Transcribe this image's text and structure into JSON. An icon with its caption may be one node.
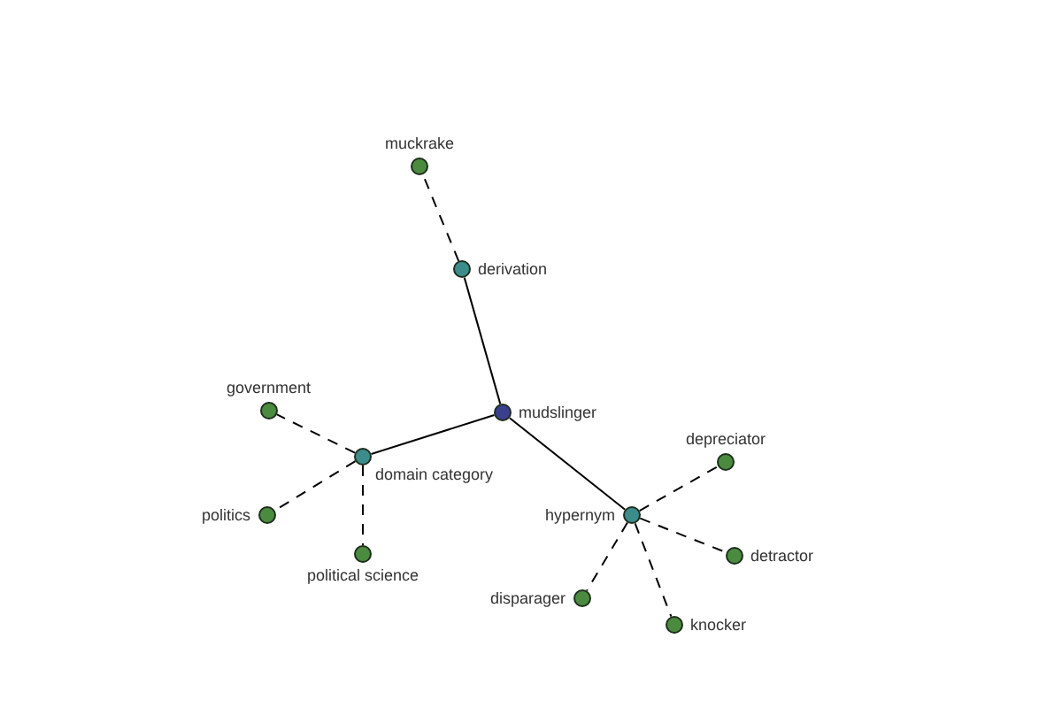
{
  "diagram": {
    "nodes": [
      {
        "text": [
          "mudslinger"
        ]
      },
      {
        "text": [
          "derivation"
        ]
      },
      {
        "text": [
          "muckrake"
        ]
      },
      {
        "text": [
          "domain category"
        ]
      },
      {
        "text": [
          "government"
        ]
      },
      {
        "text": [
          "politics"
        ]
      },
      {
        "text": [
          "political science"
        ]
      },
      {
        "text": [
          "hypernym"
        ]
      },
      {
        "text": [
          "depreciator"
        ]
      },
      {
        "text": [
          "detractor"
        ]
      },
      {
        "text": [
          "disparager"
        ]
      },
      {
        "text": [
          "knocker"
        ]
      }
    ],
    "edges": [
      {
        "from": 0,
        "to": 1,
        "arrow": "none"
      },
      {
        "from": 1,
        "to": 2,
        "arrow": "none",
        "style": "dashed"
      },
      {
        "from": 0,
        "to": 3,
        "arrow": "none"
      },
      {
        "from": 3,
        "to": 4,
        "arrow": "none",
        "style": "dashed"
      },
      {
        "from": 3,
        "to": 5,
        "arrow": "none",
        "style": "dashed"
      },
      {
        "from": 3,
        "to": 6,
        "arrow": "none",
        "style": "dashed"
      },
      {
        "from": 0,
        "to": 7,
        "arrow": "none"
      },
      {
        "from": 7,
        "to": 8,
        "arrow": "none",
        "style": "dashed"
      },
      {
        "from": 7,
        "to": 9,
        "arrow": "none",
        "style": "dashed"
      },
      {
        "from": 7,
        "to": 10,
        "arrow": "none",
        "style": "dashed"
      },
      {
        "from": 7,
        "to": 11,
        "arrow": "none",
        "style": "dashed"
      }
    ]
  }
}
